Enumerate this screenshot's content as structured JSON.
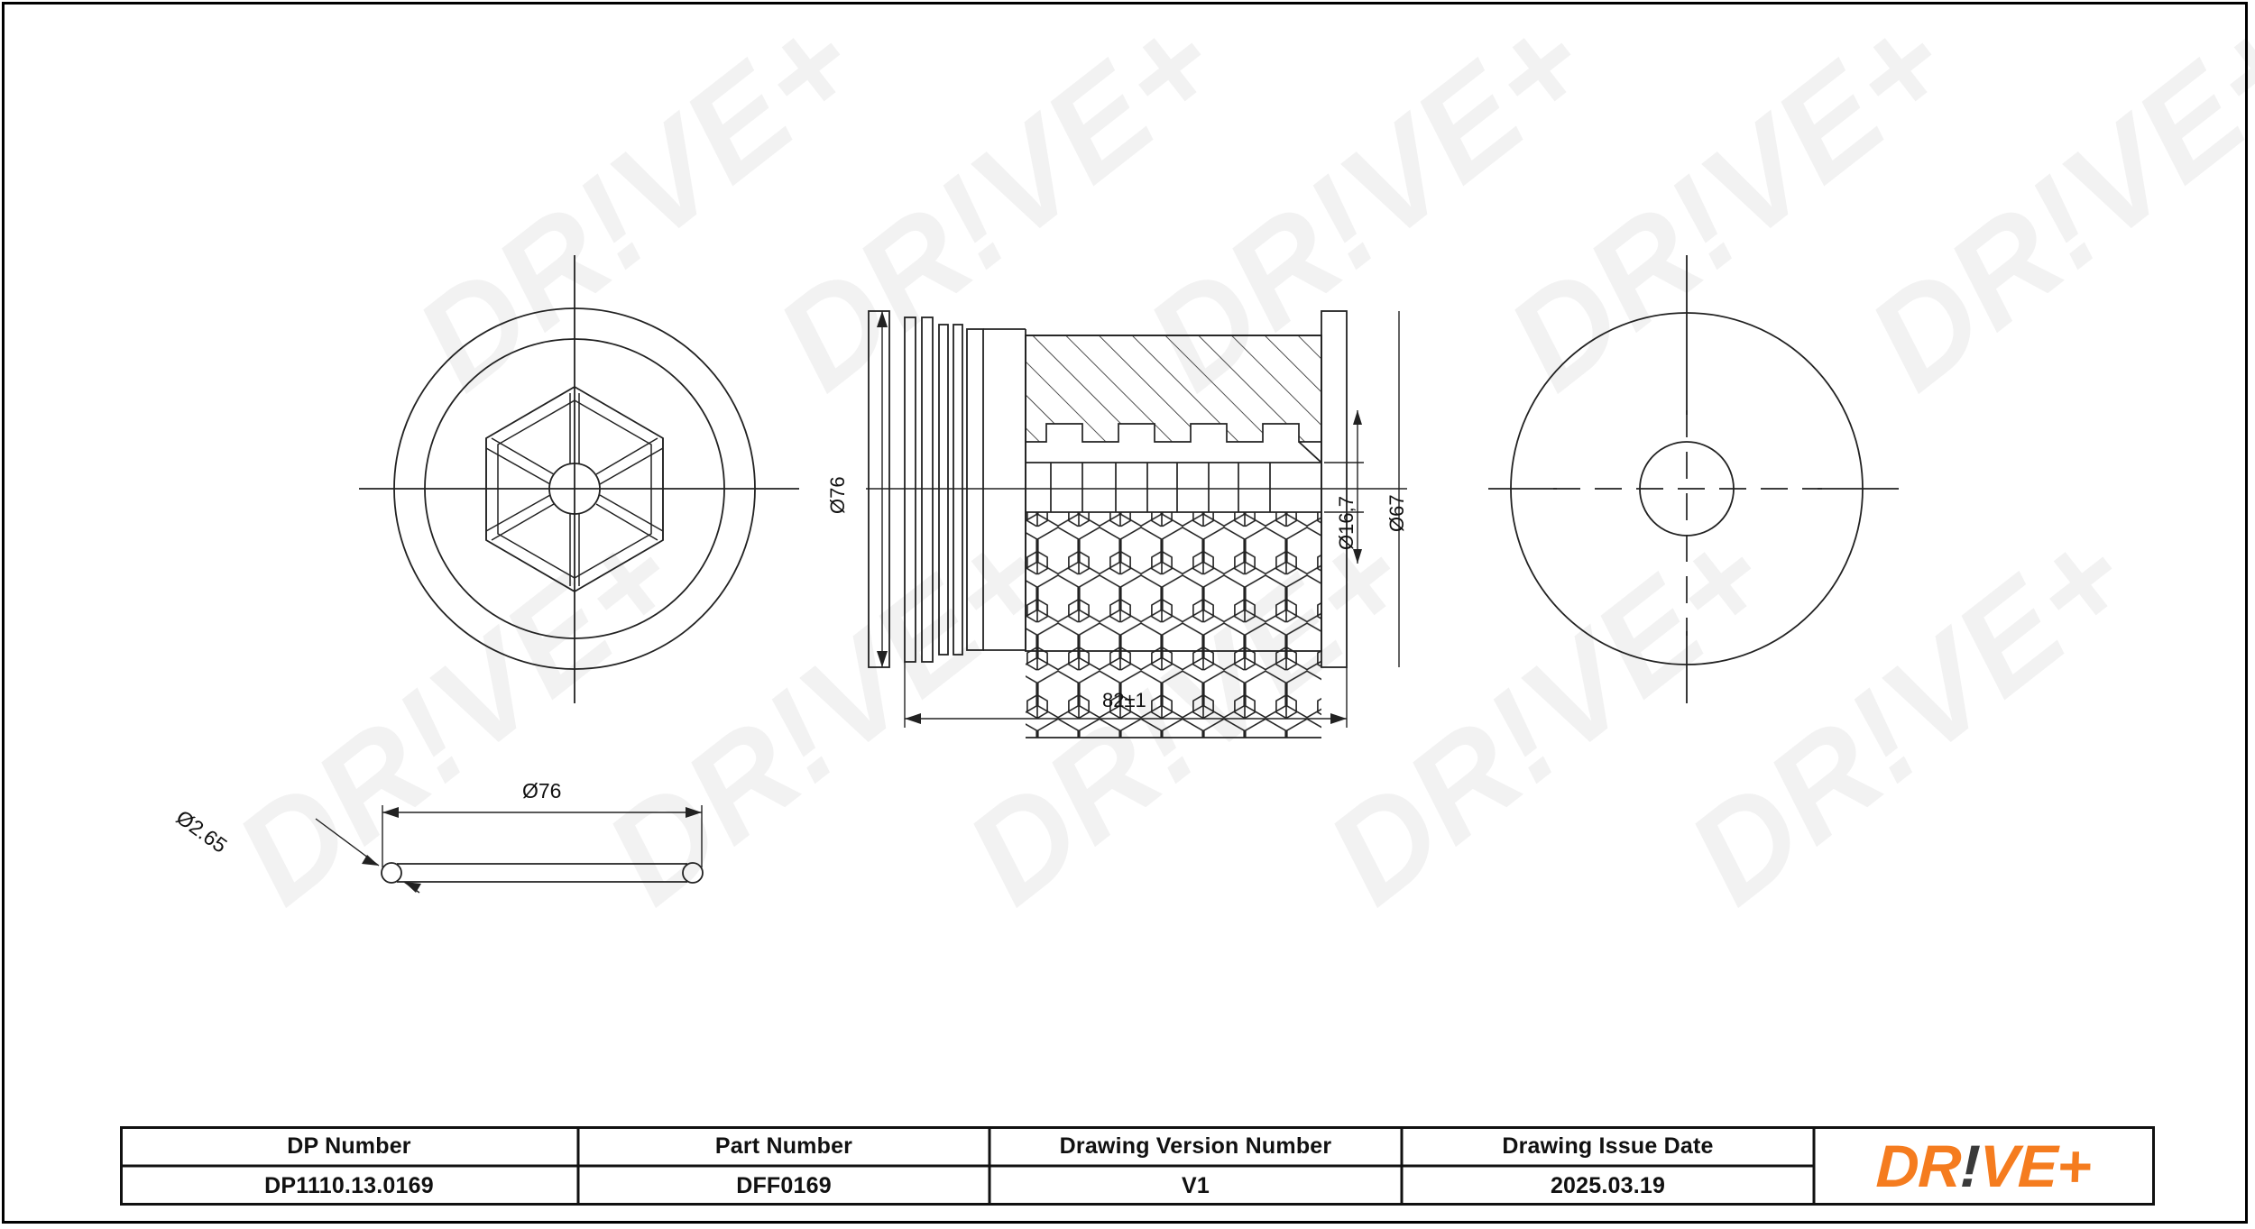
{
  "document": {
    "type": "technical-drawing",
    "background": "#ffffff",
    "border_color": "#000000",
    "watermark_text": "DR!VE+",
    "watermark_color": "#f2f2f2"
  },
  "views": {
    "left_end_view": {
      "name": "end-view-hex",
      "description": "Front end view showing outer ring and central hexagonal hub with six radial spokes"
    },
    "center_section_view": {
      "name": "cross-section-view",
      "description": "Longitudinal cross section showing hatched media, ribs and honeycomb mesh"
    },
    "right_end_view": {
      "name": "end-view-open",
      "description": "Rear end view showing outer circle and central bore"
    },
    "oring_view": {
      "name": "o-ring-view",
      "description": "Sealing ring side view"
    }
  },
  "dimensions": {
    "section_outer_diameter": "Ø76",
    "section_bore_diameter": "Ø16,7",
    "section_inner_diameter": "Ø67",
    "section_length": "82±1",
    "oring_outer_diameter": "Ø76",
    "oring_cord_diameter": "Ø2.65"
  },
  "title_block": {
    "columns": [
      {
        "header": "DP Number",
        "value": "DP1110.13.0169"
      },
      {
        "header": "Part Number",
        "value": "DFF0169"
      },
      {
        "header": "Drawing Version Number",
        "value": "V1"
      },
      {
        "header": "Drawing Issue Date",
        "value": "2025.03.19"
      }
    ],
    "logo": {
      "part1": "DR",
      "bang": "!",
      "part2": "VE+",
      "color": "#F57C1F",
      "bang_color": "#3a3a3a"
    }
  }
}
